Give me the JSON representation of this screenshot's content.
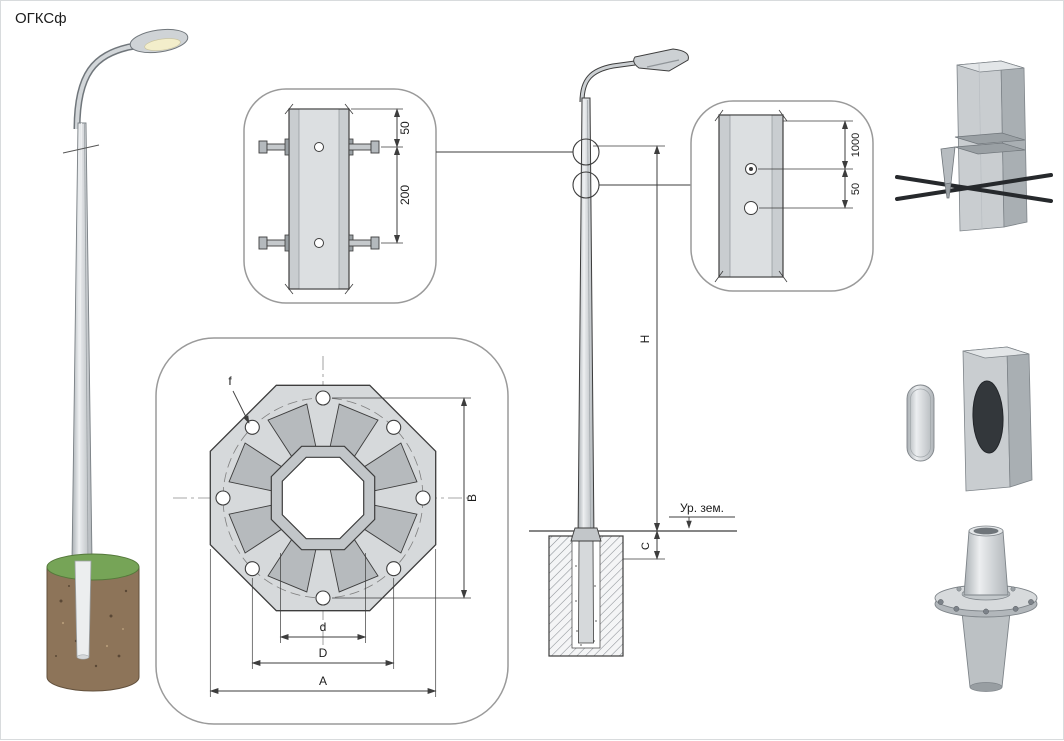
{
  "title": "ОГКСф",
  "bolt_detail": {
    "dim_top": "50",
    "dim_span": "200"
  },
  "flange_plan": {
    "hole_label": "f",
    "bolt_span_label": "B",
    "inner_dia_label": "d",
    "bolt_circle_label": "D",
    "outer_dia_label": "A"
  },
  "elevation": {
    "height_label": "H",
    "ground_label": "Ур. зем.",
    "embed_label": "C"
  },
  "hole_detail": {
    "dim_top": "1000",
    "dim_bottom": "50"
  },
  "colors": {
    "line": "#3d3d3d",
    "metal_light": "#e9ebec",
    "metal_dark": "#aab0b4",
    "foundation_brown": "#8d7459",
    "grass_green": "#76a457"
  }
}
